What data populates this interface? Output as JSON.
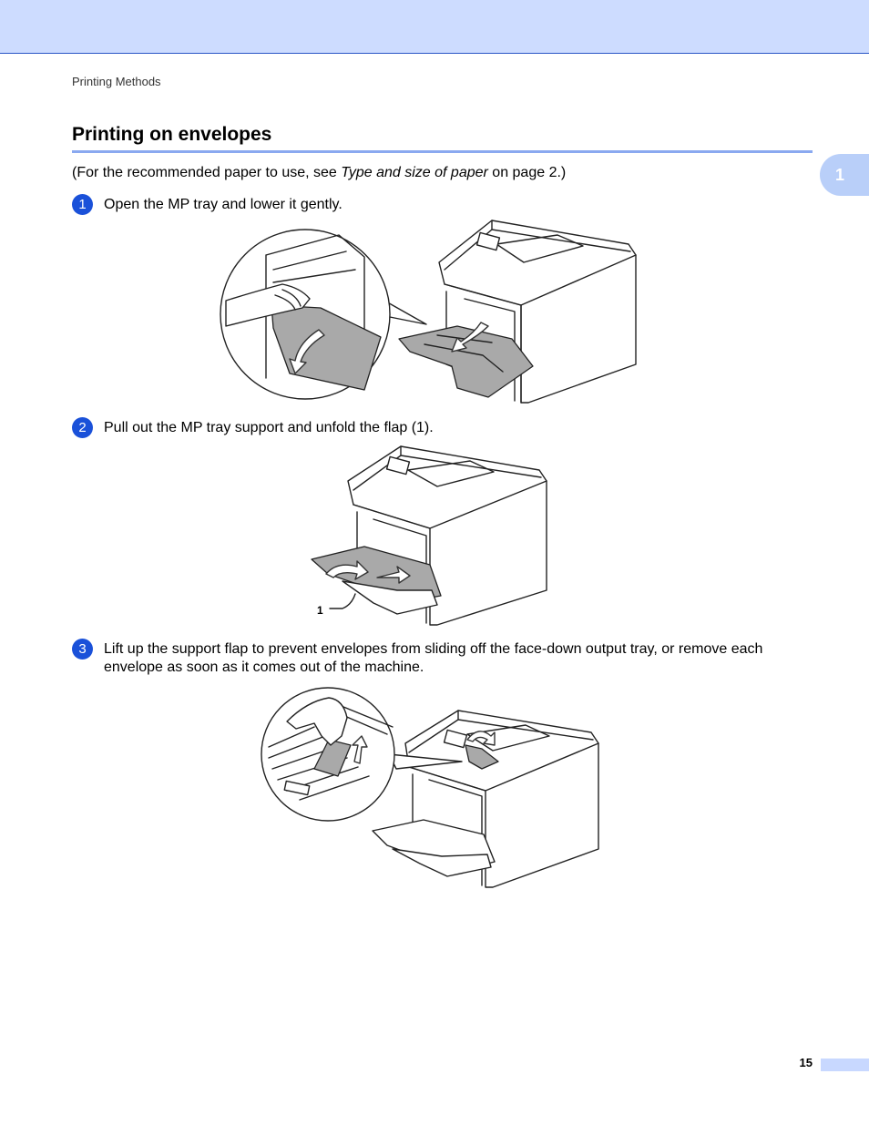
{
  "header": {
    "breadcrumb": "Printing Methods"
  },
  "section": {
    "title": "Printing on envelopes",
    "chapter_tab": "1"
  },
  "intro": {
    "before": "(For the recommended paper to use, see ",
    "link_text": "Type and size of paper",
    "after": " on page 2.)"
  },
  "steps": [
    {
      "number": "1",
      "text": "Open the MP tray and lower it gently."
    },
    {
      "number": "2",
      "text": "Pull out the MP tray support and unfold the flap (1)."
    },
    {
      "number": "3",
      "text": "Lift up the support flap to prevent envelopes from sliding off the face-down output tray, or remove each envelope as soon as it comes out of the machine."
    }
  ],
  "figures": {
    "figure2_callout": "1"
  },
  "footer": {
    "page_number": "15"
  },
  "colors": {
    "header_band": "#cddcff",
    "title_rule": "#8aa9f0",
    "step_badge": "#1a51d9",
    "chapter_tab": "#b9cff9"
  }
}
